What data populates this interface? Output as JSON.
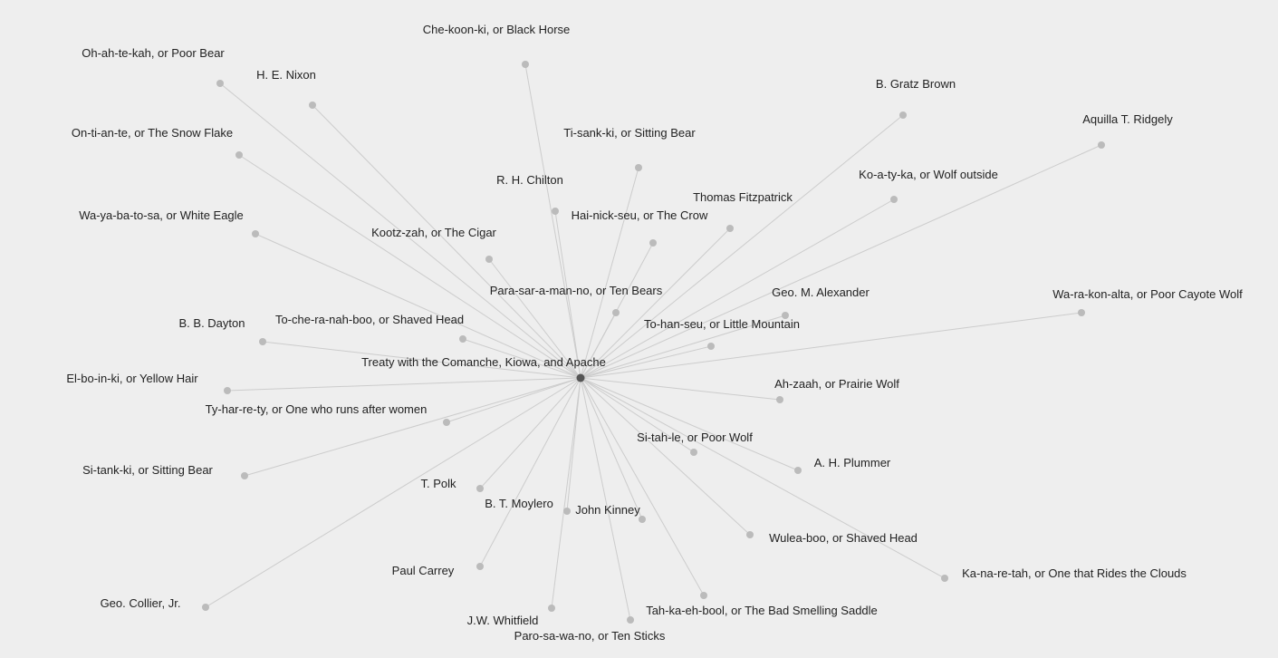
{
  "center": {
    "label": "Treaty with the Comanche, Kiowa, and Apache"
  },
  "people": [
    {
      "label": "Che-koon-ki, or Black Horse"
    },
    {
      "label": "Oh-ah-te-kah, or Poor Bear"
    },
    {
      "label": "H. E. Nixon"
    },
    {
      "label": "On-ti-an-te, or The Snow Flake"
    },
    {
      "label": "Wa-ya-ba-to-sa, or White Eagle"
    },
    {
      "label": "Ti-sank-ki, or Sitting Bear"
    },
    {
      "label": "R. H. Chilton"
    },
    {
      "label": "Hai-nick-seu, or The Crow"
    },
    {
      "label": "Kootz-zah, or The Cigar"
    },
    {
      "label": "Thomas Fitzpatrick"
    },
    {
      "label": "B. Gratz Brown"
    },
    {
      "label": "Aquilla T. Ridgely"
    },
    {
      "label": "Ko-a-ty-ka, or Wolf outside"
    },
    {
      "label": "Para-sar-a-man-no, or Ten Bears"
    },
    {
      "label": "Geo. M. Alexander"
    },
    {
      "label": "Wa-ra-kon-alta, or Poor Cayote Wolf"
    },
    {
      "label": "To-han-seu, or Little Mountain"
    },
    {
      "label": "B. B. Dayton"
    },
    {
      "label": "To-che-ra-nah-boo, or Shaved Head"
    },
    {
      "label": "El-bo-in-ki, or Yellow Hair"
    },
    {
      "label": "Ah-zaah, or Prairie Wolf"
    },
    {
      "label": "Ty-har-re-ty, or One who runs after women"
    },
    {
      "label": "Si-tah-le, or Poor Wolf"
    },
    {
      "label": "A. H. Plummer"
    },
    {
      "label": "Si-tank-ki, or Sitting Bear"
    },
    {
      "label": "T. Polk"
    },
    {
      "label": "B. T. Moylero"
    },
    {
      "label": "John Kinney"
    },
    {
      "label": "Wulea-boo, or Shaved Head"
    },
    {
      "label": "Paul Carrey"
    },
    {
      "label": "Ka-na-re-tah, or One that Rides the Clouds"
    },
    {
      "label": "Geo. Collier, Jr."
    },
    {
      "label": "Tah-ka-eh-bool, or The Bad Smelling Saddle"
    },
    {
      "label": "J.W. Whitfield"
    },
    {
      "label": "Paro-sa-wa-no, or Ten Sticks"
    }
  ]
}
